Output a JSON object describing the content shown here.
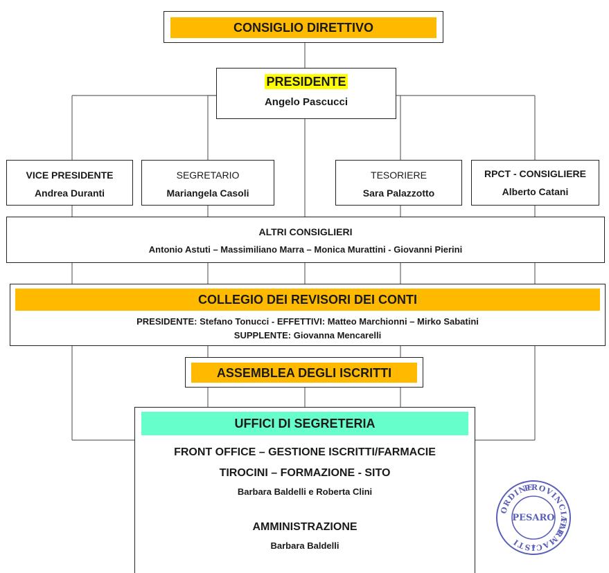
{
  "org": {
    "consiglio": "CONSIGLIO DIRETTIVO",
    "presidente": {
      "title": "PRESIDENTE",
      "name": "Angelo Pascucci"
    },
    "officers": [
      {
        "title": "VICE PRESIDENTE",
        "name": "Andrea Duranti"
      },
      {
        "title": "SEGRETARIO",
        "name": "Mariangela Casoli"
      },
      {
        "title": "TESORIERE",
        "name": "Sara Palazzotto"
      },
      {
        "title": "RPCT - CONSIGLIERE",
        "name": "Alberto Catani"
      }
    ],
    "altri": {
      "title": "ALTRI CONSIGLIERI",
      "names": "Antonio Astuti – Massimiliano Marra – Monica Murattini - Giovanni Pierini"
    },
    "collegio": {
      "title": "COLLEGIO DEI REVISORI DEI CONTI",
      "line1": "PRESIDENTE: Stefano Tonucci  - EFFETTIVI: Matteo Marchionni – Mirko Sabatini",
      "line2": "SUPPLENTE: Giovanna Mencarelli"
    },
    "assemblea": "ASSEMBLEA DEGLI ISCRITTI",
    "uffici": {
      "title": "UFFICI DI SEGRETERIA",
      "line1": "FRONT OFFICE – GESTIONE ISCRITTI/FARMACIE",
      "line2": "TIROCINI – FORMAZIONE - SITO",
      "line3": "Barbara Baldelli e Roberta Clini",
      "line4": "AMMINISTRAZIONE",
      "line5": "Barbara Baldelli"
    },
    "stamp": {
      "ring_top": "PROVINCIALE",
      "ring_left": "ORDINE",
      "ring_right": "FARMACISTI",
      "center": "PESARO"
    }
  },
  "colors": {
    "orange": "#ffba00",
    "yellow": "#ffff00",
    "teal": "#66ffcc",
    "stamp": "#5a5fb8"
  }
}
